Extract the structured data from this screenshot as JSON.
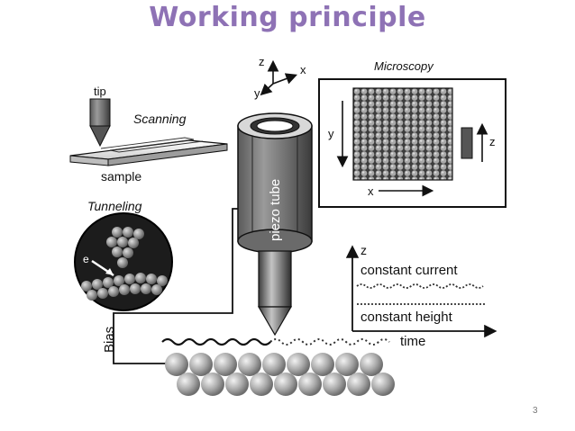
{
  "slide": {
    "title": "Working principle",
    "page_number": "3"
  },
  "diagram": {
    "labels": {
      "tip": "tip",
      "scanning": "Scanning",
      "sample": "sample",
      "tunneling": "Tunneling",
      "electron": "e",
      "piezo_tube": "piezo tube",
      "microscopy": "Microscopy",
      "axis_z": "z",
      "axis_x": "x",
      "axis_y": "y",
      "bias": "Bias",
      "constant_current": "constant current",
      "constant_height": "constant height",
      "time": "time"
    }
  }
}
